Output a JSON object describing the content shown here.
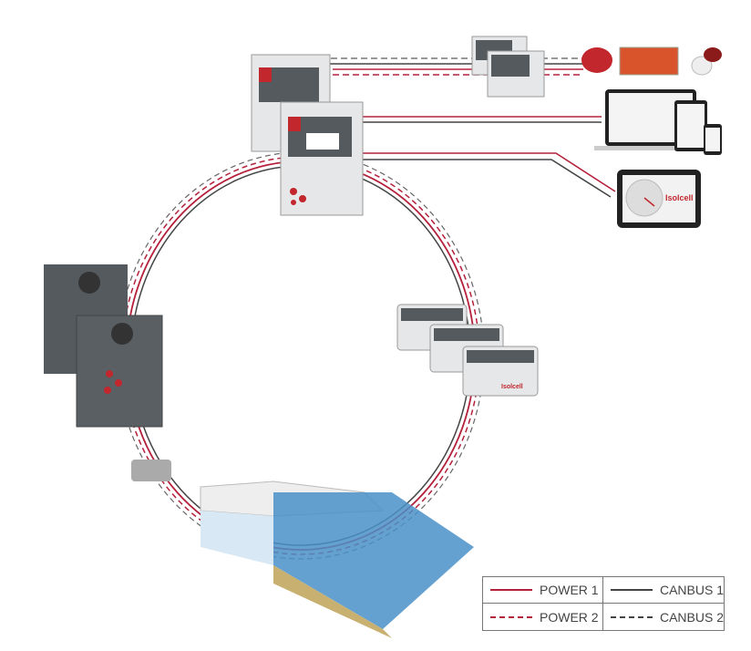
{
  "colors": {
    "power": "#b5203a",
    "canbus": "#444444",
    "device_dark": "#555a5e",
    "device_light": "#e6e7e8",
    "brand_red": "#c1272d",
    "rack_blue": "#4a90c8"
  },
  "brand_logo": "Isolcell",
  "legend": {
    "items": [
      {
        "label": "POWER 1",
        "style": "solid",
        "color": "#b5203a"
      },
      {
        "label": "CANBUS 1",
        "style": "solid",
        "color": "#444444"
      },
      {
        "label": "POWER 2",
        "style": "dashed",
        "color": "#b5203a"
      },
      {
        "label": "CANBUS 2",
        "style": "dashed",
        "color": "#444444"
      }
    ]
  },
  "nodes": [
    "control-cabinet-1",
    "control-cabinet-2",
    "io-module-1",
    "io-module-2",
    "beacon-light",
    "alarm-panel",
    "siren",
    "web-devices",
    "tablet-gauge",
    "analyzer-units",
    "sensor-modules",
    "valve-assembly",
    "warehouse"
  ]
}
